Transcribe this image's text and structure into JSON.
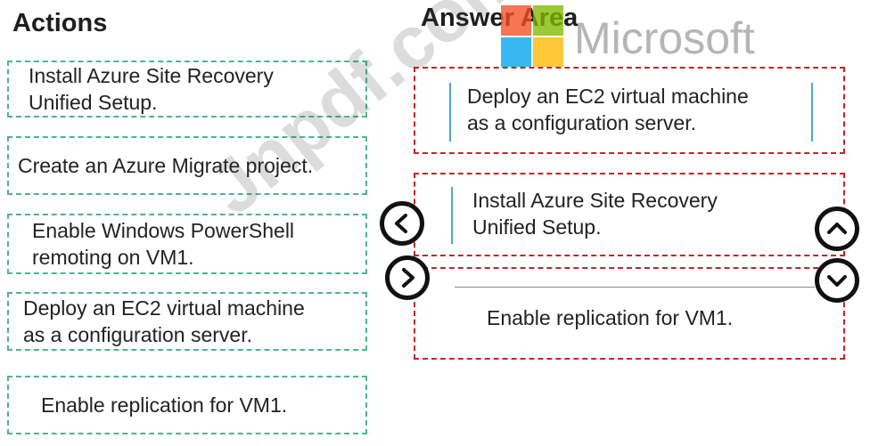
{
  "headings": {
    "actions": "Actions",
    "answer_area": "Answer Area"
  },
  "actions": [
    {
      "line1": "Install Azure Site Recovery",
      "line2": "Unified Setup."
    },
    {
      "line1": "Create an Azure Migrate project.",
      "line2": ""
    },
    {
      "line1": "Enable Windows PowerShell",
      "line2": "remoting on VM1."
    },
    {
      "line1": "Deploy an EC2 virtual machine",
      "line2": "as a configuration server."
    },
    {
      "line1": "Enable replication for VM1.",
      "line2": ""
    }
  ],
  "answer_area": [
    {
      "line1": "Deploy an EC2 virtual machine",
      "line2": "as a configuration server."
    },
    {
      "line1": "Install Azure Site Recovery",
      "line2": "Unified Setup."
    },
    {
      "line1": "Enable replication for VM1.",
      "line2": ""
    }
  ],
  "watermark": {
    "brand": "Microsoft",
    "site": "Jnpdf.com"
  },
  "icons": {
    "move_left": "chevron-left-icon",
    "move_right": "chevron-right-icon",
    "move_up": "chevron-up-icon",
    "move_down": "chevron-down-icon"
  },
  "colors": {
    "action_border": "#4fb58a",
    "answer_border": "#c0262a",
    "item_bracket": "#4fa7c9"
  }
}
